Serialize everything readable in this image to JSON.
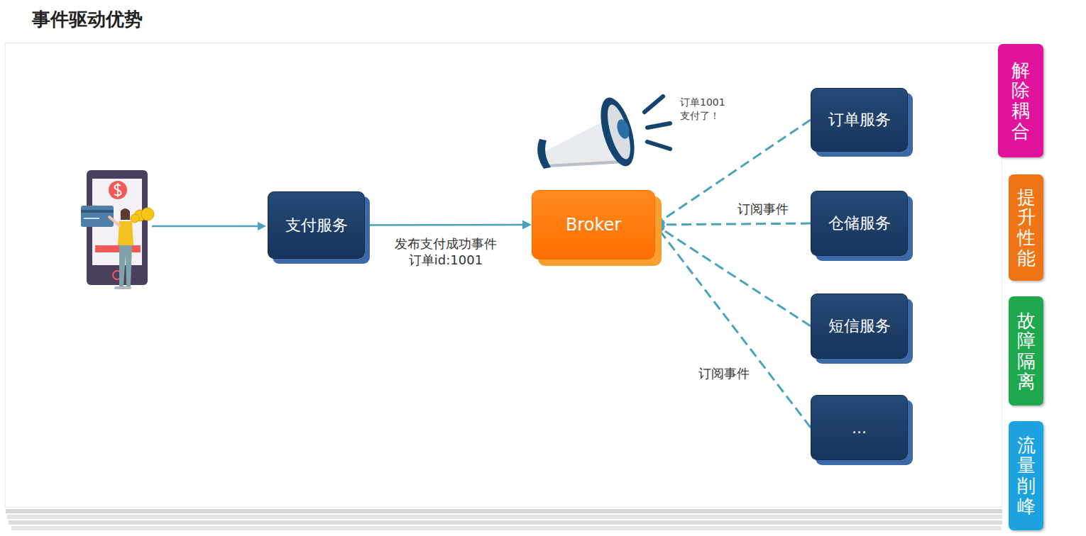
{
  "diagram": {
    "title": "事件驱动优势",
    "nodes": [
      {
        "text": [
          "支付服务"
        ]
      },
      {
        "text": [
          "Broker"
        ]
      },
      {
        "text": [
          "订单服务"
        ]
      },
      {
        "text": [
          "仓储服务"
        ]
      },
      {
        "text": [
          "短信服务"
        ]
      },
      {
        "text": [
          "..."
        ]
      },
      {
        "text": [
          "解除耦合"
        ]
      },
      {
        "text": [
          "提升性能"
        ]
      },
      {
        "text": [
          "故障隔离"
        ]
      },
      {
        "text": [
          "流量削峰"
        ]
      }
    ],
    "edges": [
      {
        "from": 0,
        "to": 1,
        "arrow": "to",
        "label": "发布支付成功事件 订单id:1001"
      },
      {
        "from": 2,
        "to": 1,
        "arrow": "to"
      },
      {
        "from": 3,
        "to": 1,
        "arrow": "to",
        "label": "订阅事件"
      },
      {
        "from": 4,
        "to": 1,
        "arrow": "to"
      },
      {
        "from": 5,
        "to": 1,
        "arrow": "to",
        "label": "订阅事件"
      }
    ],
    "labels": [
      "订单1001 支付了！"
    ]
  }
}
